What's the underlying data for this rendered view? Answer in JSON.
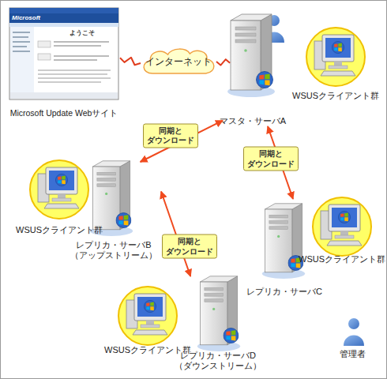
{
  "diagram": {
    "nodes": [
      {
        "text": [
          "Microsoft Update Webサイト"
        ]
      },
      {
        "text": [
          "インターネット"
        ]
      },
      {
        "text": [
          "マスタ・サーバA"
        ]
      },
      {
        "text": [
          "WSUSクライアント群"
        ]
      },
      {
        "text": [
          "レプリカ・サーバB （アップストリーム）"
        ]
      },
      {
        "text": [
          "WSUSクライアント群"
        ]
      },
      {
        "text": [
          "レプリカ・サーバC"
        ]
      },
      {
        "text": [
          "WSUSクライアント群"
        ]
      },
      {
        "text": [
          "WSUSクライアント群"
        ]
      },
      {
        "text": [
          "レプリカ・サーバD （ダウンストリーム）"
        ]
      }
    ],
    "edges": [
      {
        "from": 0,
        "to": 1,
        "arrow": "none"
      },
      {
        "from": 1,
        "to": 2,
        "arrow": "none"
      },
      {
        "from": 2,
        "to": 4,
        "arrow": "both",
        "label": "同期と ダウンロード"
      },
      {
        "from": 2,
        "to": 6,
        "arrow": "both",
        "label": "同期と ダウンロード"
      },
      {
        "from": 4,
        "to": 9,
        "arrow": "both",
        "label": "同期と ダウンロード"
      }
    ],
    "labels": [
      "Microsoft",
      "ようこそ",
      "管理者"
    ]
  }
}
